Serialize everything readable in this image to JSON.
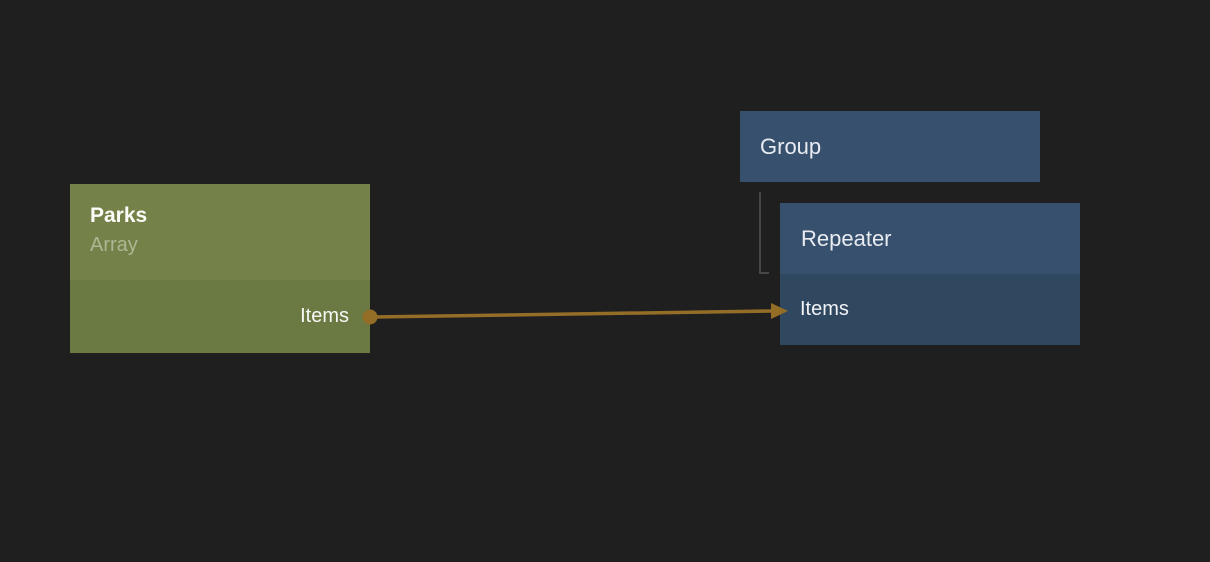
{
  "canvas": {
    "background": "#1f1f1f"
  },
  "nodes": {
    "source": {
      "title": "Parks",
      "subtitle": "Array",
      "port_label": "Items",
      "header_color": "#74824a",
      "body_color": "#6b7942"
    },
    "group": {
      "title": "Group",
      "fill_color": "#37506d"
    },
    "repeater": {
      "title": "Repeater",
      "port_label": "Items",
      "header_color": "#37506d",
      "body_color": "#2f475f"
    }
  },
  "connectors": {
    "binding": {
      "color": "#946e27",
      "from": "Parks.Items",
      "to": "Repeater.Items"
    },
    "hierarchy": {
      "color": "#474747",
      "from": "Group",
      "to": "Repeater"
    }
  }
}
